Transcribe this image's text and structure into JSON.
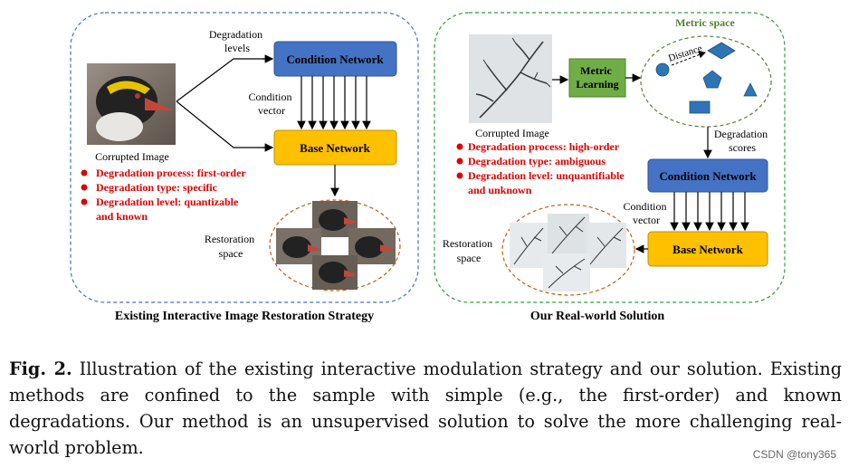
{
  "left_panel": {
    "title": "Existing Interactive Image Restoration Strategy",
    "corrupted_label": "Corrupted Image",
    "degradation_levels_label": [
      "Degradation",
      "levels"
    ],
    "condition_network": "Condition Network",
    "condition_vector_label": [
      "Condition",
      "vector"
    ],
    "base_network": "Base Network",
    "restoration_space_label": [
      "Restoration",
      "space"
    ],
    "bullets": [
      [
        "Degradation process: first-order"
      ],
      [
        "Degradation type: specific"
      ],
      [
        "Degradation level: quantizable",
        "and known"
      ]
    ]
  },
  "right_panel": {
    "title": "Our Real-world Solution",
    "corrupted_label": "Corrupted Image",
    "metric_learning": [
      "Metric",
      "Learning"
    ],
    "metric_space_label": "Metric space",
    "distance_label": "Distance",
    "degradation_scores_label": [
      "Degradation",
      "scores"
    ],
    "condition_network": "Condition Network",
    "condition_vector_label": [
      "Condition",
      "vector"
    ],
    "base_network": "Base Network",
    "restoration_space_label": [
      "Restoration",
      "space"
    ],
    "bullets": [
      [
        "Degradation process: high-order"
      ],
      [
        "Degradation type: ambiguous"
      ],
      [
        "Degradation level: unquantifiable",
        "and unknown"
      ]
    ]
  },
  "caption": {
    "label": "Fig. 2.",
    "text": " Illustration of the existing interactive modulation strategy and our solution. Existing methods are confined to the sample with simple (e.g., the first-order) and known degradations. Our method is an unsupervised solution to solve the more challenging real-world problem."
  },
  "watermark": "CSDN @tony365",
  "colors": {
    "network_blue": "#4472c4",
    "network_yellow": "#ffc000",
    "metric_green": "#70ad47",
    "bullet_red": "#e00000",
    "left_border": "#4472c4",
    "right_border": "#2e9e3e",
    "ellipse_orange": "#c55a11",
    "metric_ellipse_green": "#548235",
    "shape_blue": "#2e75b6"
  }
}
